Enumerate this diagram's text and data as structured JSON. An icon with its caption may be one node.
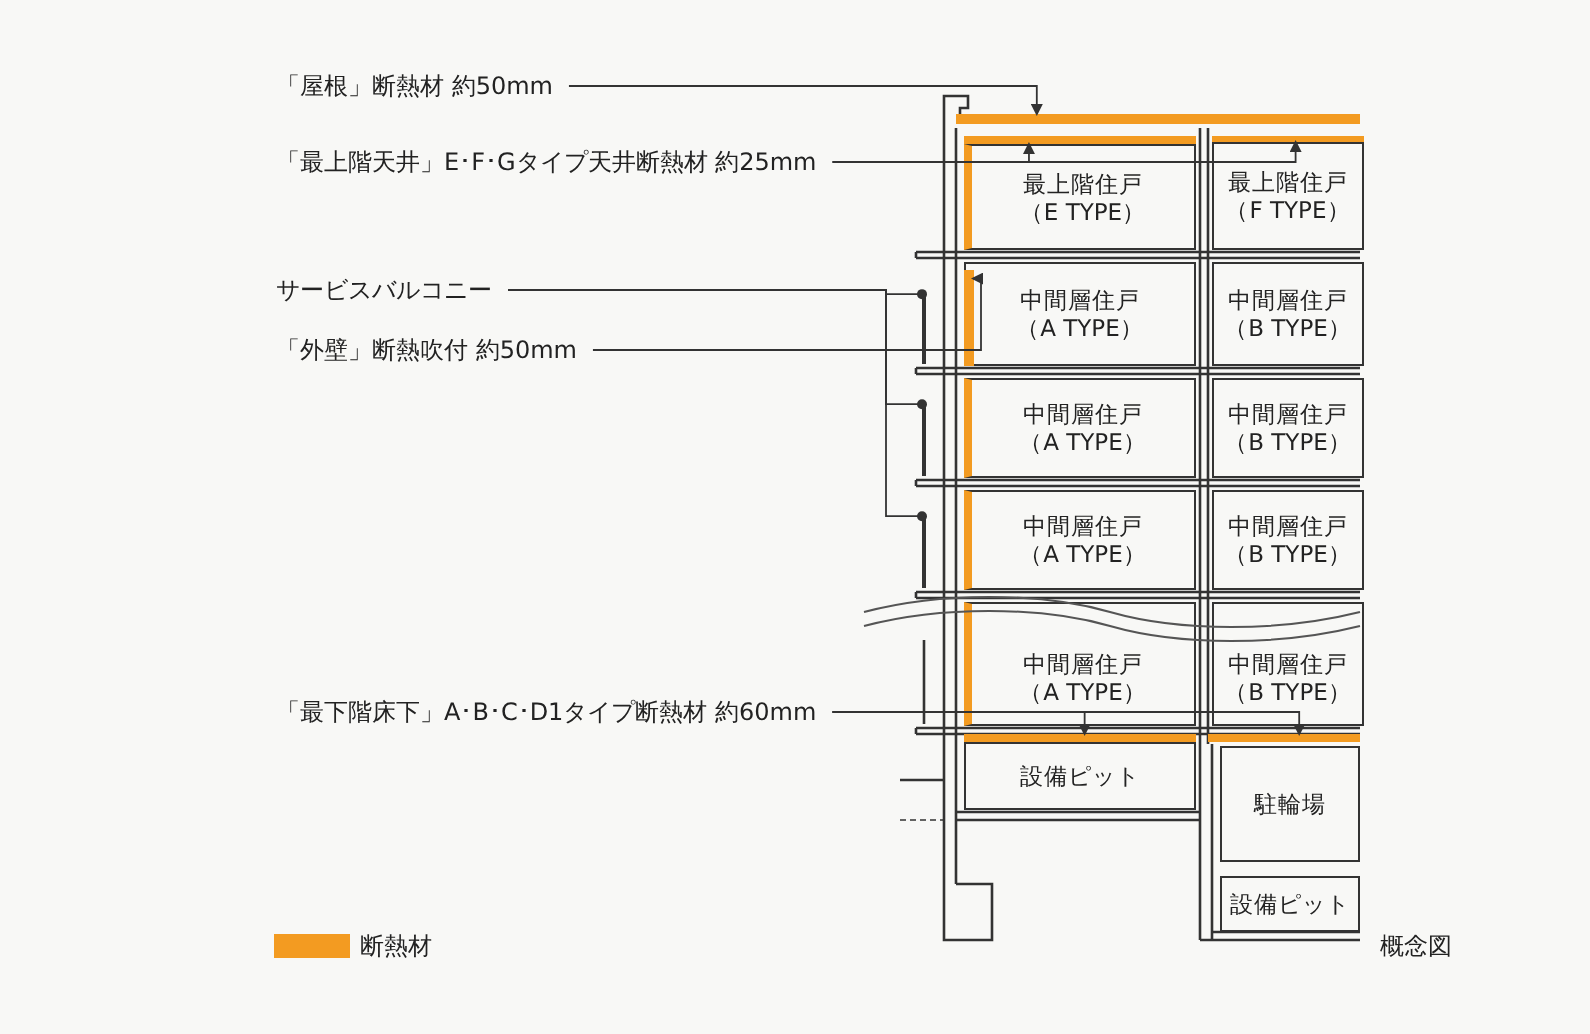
{
  "diagram": {
    "nodes": [
      {
        "text": [
          "「屋根」断熱材 約50mm"
        ]
      },
      {
        "text": [
          "「最上階天井」E･F･Gタイプ天井断熱材 約25mm"
        ]
      },
      {
        "text": [
          "サービスバルコニー"
        ]
      },
      {
        "text": [
          "「外壁」断熱吹付 約50mm"
        ]
      },
      {
        "text": [
          "「最下階床下」A･B･C･D1タイプ断熱材 約60mm"
        ]
      },
      {
        "text": [
          "最上階住戸（E TYPE）"
        ]
      },
      {
        "text": [
          "最上階住戸（F TYPE）"
        ]
      },
      {
        "text": [
          "中間層住戸（A TYPE）"
        ]
      },
      {
        "text": [
          "中間層住戸（B TYPE）"
        ]
      },
      {
        "text": [
          "中間層住戸（A TYPE）"
        ]
      },
      {
        "text": [
          "中間層住戸（B TYPE）"
        ]
      },
      {
        "text": [
          "中間層住戸（A TYPE）"
        ]
      },
      {
        "text": [
          "中間層住戸（B TYPE）"
        ]
      },
      {
        "text": [
          "中間層住戸（A TYPE）"
        ]
      },
      {
        "text": [
          "中間層住戸（B TYPE）"
        ]
      },
      {
        "text": [
          "設備ピット"
        ]
      },
      {
        "text": [
          "駐輪場"
        ]
      },
      {
        "text": [
          "設備ピット"
        ]
      },
      {
        "text": [],
        "shape": "bar"
      },
      {
        "text": [],
        "shape": "bar"
      },
      {
        "text": [],
        "shape": "bar"
      },
      {
        "text": [],
        "shape": "bar"
      },
      {
        "text": [],
        "shape": "bar"
      },
      {
        "text": [],
        "shape": "bar"
      },
      {
        "text": [],
        "shape": "bar",
        "in": 7
      },
      {
        "text": [],
        "shape": "bar"
      },
      {
        "text": [],
        "shape": "bar"
      }
    ],
    "edges": [
      {
        "from": 0,
        "to": 18,
        "arrow": "to"
      },
      {
        "from": 1,
        "to": 19,
        "arrow": "to"
      },
      {
        "from": 1,
        "to": 20,
        "arrow": "to"
      },
      {
        "from": 2,
        "to": 21,
        "arrow": "other"
      },
      {
        "from": 2,
        "to": 22,
        "arrow": "other"
      },
      {
        "from": 2,
        "to": 23,
        "arrow": "other"
      },
      {
        "from": 3,
        "to": 24,
        "arrow": "to"
      },
      {
        "from": 4,
        "to": 25,
        "arrow": "to"
      },
      {
        "from": 4,
        "to": 26,
        "arrow": "to"
      }
    ],
    "labels": [
      "概念図"
    ],
    "legend": [
      {
        "text": "断熱材",
        "color": "#f39b21"
      }
    ]
  }
}
